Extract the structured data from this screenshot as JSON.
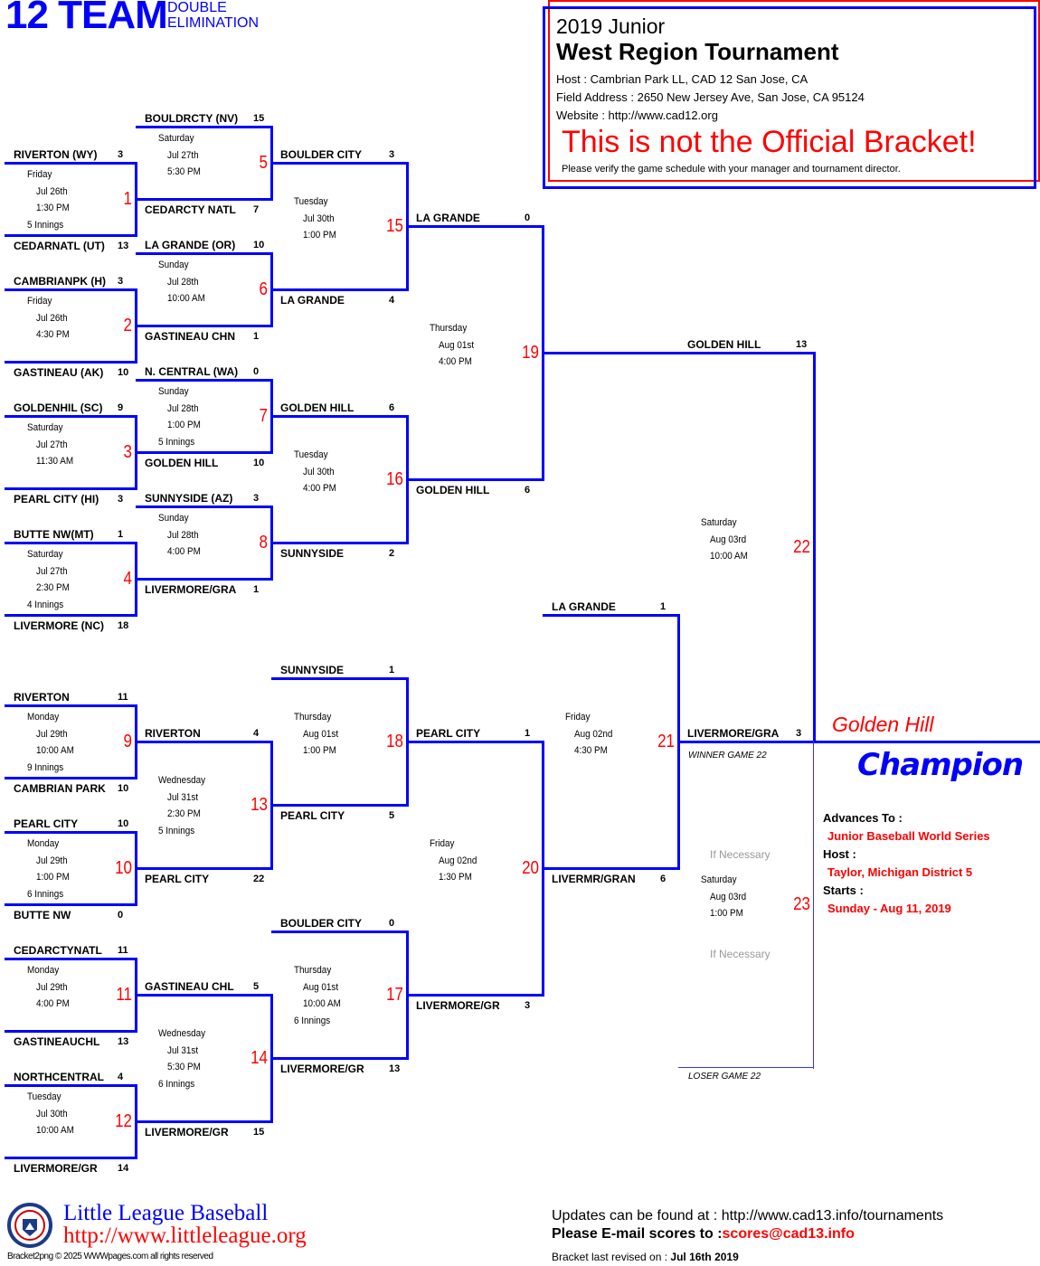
{
  "header": {
    "title": "12 TEAM",
    "sub1": "DOUBLE",
    "sub2": "ELIMINATION"
  },
  "infobox": {
    "year": "2019 Junior",
    "name": "West Region Tournament",
    "host": "Host : Cambrian Park LL, CAD 12 San Jose, CA",
    "field": "Field Address : 2650 New Jersey Ave, San Jose, CA 95124",
    "website": "Website : http://www.cad12.org",
    "warning": "This is not the Official Bracket!",
    "verify": "Please verify the game schedule with your manager and tournament director."
  },
  "slots": [
    {
      "team": "RIVERTON (WY)",
      "score": "3"
    },
    {
      "team": "CEDARNATL (UT)",
      "score": "13"
    },
    {
      "team": "CAMBRIANPK (H)",
      "score": "3"
    },
    {
      "team": "GASTINEAU (AK)",
      "score": "10"
    },
    {
      "team": "GOLDENHIL (SC)",
      "score": "9"
    },
    {
      "team": "PEARL CITY (HI)",
      "score": "3"
    },
    {
      "team": "BUTTE NW(MT)",
      "score": "1"
    },
    {
      "team": "LIVERMORE (NC)",
      "score": "18"
    },
    {
      "team": "BOULDRCTY (NV)",
      "score": "15"
    },
    {
      "team": "CEDARCTY NATL",
      "score": "7"
    },
    {
      "team": "LA GRANDE (OR)",
      "score": "10"
    },
    {
      "team": "GASTINEAU CHN",
      "score": "1"
    },
    {
      "team": "N. CENTRAL (WA)",
      "score": "0"
    },
    {
      "team": "GOLDEN HILL",
      "score": "10"
    },
    {
      "team": "SUNNYSIDE (AZ)",
      "score": "3"
    },
    {
      "team": "LIVERMORE/GRA",
      "score": "1"
    },
    {
      "team": "BOULDER CITY",
      "score": "3"
    },
    {
      "team": "LA GRANDE",
      "score": "4"
    },
    {
      "team": "GOLDEN HILL",
      "score": "6"
    },
    {
      "team": "SUNNYSIDE",
      "score": "2"
    },
    {
      "team": "LA GRANDE",
      "score": "0"
    },
    {
      "team": "GOLDEN HILL",
      "score": "6"
    },
    {
      "team": "GOLDEN HILL",
      "score": "13"
    },
    {
      "team": "LA GRANDE",
      "score": "1"
    },
    {
      "team": "LIVERMR/GRAN",
      "score": "6"
    },
    {
      "team": "LIVERMORE/GRA",
      "score": "3"
    },
    {
      "team": "RIVERTON",
      "score": "11"
    },
    {
      "team": "CAMBRIAN PARK",
      "score": "10"
    },
    {
      "team": "PEARL CITY",
      "score": "10"
    },
    {
      "team": "BUTTE NW",
      "score": "0"
    },
    {
      "team": "CEDARCTYNATL",
      "score": "11"
    },
    {
      "team": "GASTINEAUCHL",
      "score": "13"
    },
    {
      "team": "NORTHCENTRAL",
      "score": "4"
    },
    {
      "team": "LIVERMORE/GR",
      "score": "14"
    },
    {
      "team": "RIVERTON",
      "score": "4"
    },
    {
      "team": "PEARL CITY",
      "score": "22"
    },
    {
      "team": "GASTINEAU CHL",
      "score": "5"
    },
    {
      "team": "LIVERMORE/GR",
      "score": "15"
    },
    {
      "team": "SUNNYSIDE",
      "score": "1"
    },
    {
      "team": "PEARL CITY",
      "score": "5"
    },
    {
      "team": "BOULDER CITY",
      "score": "0"
    },
    {
      "team": "LIVERMORE/GR",
      "score": "13"
    },
    {
      "team": "PEARL CITY",
      "score": "1"
    },
    {
      "team": "LIVERMORE/GR",
      "score": "3"
    }
  ],
  "games": [
    {
      "num": "1",
      "info": [
        "Friday",
        "Jul 26th",
        "1:30 PM",
        "5 Innings"
      ]
    },
    {
      "num": "2",
      "info": [
        "Friday",
        "Jul 26th",
        "4:30 PM"
      ]
    },
    {
      "num": "3",
      "info": [
        "Saturday",
        "Jul 27th",
        "11:30 AM"
      ]
    },
    {
      "num": "4",
      "info": [
        "Saturday",
        "Jul 27th",
        "2:30 PM",
        "4 Innings"
      ]
    },
    {
      "num": "5",
      "info": [
        "Saturday",
        "Jul 27th",
        "5:30 PM"
      ]
    },
    {
      "num": "6",
      "info": [
        "Sunday",
        "Jul 28th",
        "10:00 AM"
      ]
    },
    {
      "num": "7",
      "info": [
        "Sunday",
        "Jul 28th",
        "1:00 PM",
        "5 Innings"
      ]
    },
    {
      "num": "8",
      "info": [
        "Sunday",
        "Jul 28th",
        "4:00 PM"
      ]
    },
    {
      "num": "9",
      "info": [
        "Monday",
        "Jul 29th",
        "10:00 AM",
        "9 Innings"
      ]
    },
    {
      "num": "10",
      "info": [
        "Monday",
        "Jul 29th",
        "1:00 PM",
        "6 Innings"
      ]
    },
    {
      "num": "11",
      "info": [
        "Monday",
        "Jul 29th",
        "4:00 PM"
      ]
    },
    {
      "num": "12",
      "info": [
        "Tuesday",
        "Jul 30th",
        "10:00 AM"
      ]
    },
    {
      "num": "13",
      "info": [
        "Wednesday",
        "Jul 31st",
        "2:30 PM",
        "5 Innings"
      ]
    },
    {
      "num": "14",
      "info": [
        "Wednesday",
        "Jul 31st",
        "5:30 PM",
        "6 Innings"
      ]
    },
    {
      "num": "15",
      "info": [
        "Tuesday",
        "Jul 30th",
        "1:00 PM"
      ]
    },
    {
      "num": "16",
      "info": [
        "Tuesday",
        "Jul 30th",
        "4:00 PM"
      ]
    },
    {
      "num": "17",
      "info": [
        "Thursday",
        "Aug 01st",
        "10:00 AM",
        "6 Innings"
      ]
    },
    {
      "num": "18",
      "info": [
        "Thursday",
        "Aug 01st",
        "1:00 PM"
      ]
    },
    {
      "num": "19",
      "info": [
        "Thursday",
        "Aug 01st",
        "4:00 PM"
      ]
    },
    {
      "num": "20",
      "info": [
        "Friday",
        "Aug 02nd",
        "1:30 PM"
      ]
    },
    {
      "num": "21",
      "info": [
        "Friday",
        "Aug 02nd",
        "4:30 PM"
      ]
    },
    {
      "num": "22",
      "info": [
        "Saturday",
        "Aug 03rd",
        "10:00 AM"
      ]
    },
    {
      "num": "23",
      "info": [
        "Saturday",
        "Aug 03rd",
        "1:00 PM"
      ]
    }
  ],
  "labels": {
    "winner_g22": "WINNER GAME 22",
    "loser_g22": "LOSER GAME 22",
    "if_necessary_1": "If Necessary",
    "if_necessary_2": "If Necessary"
  },
  "champion": {
    "team": "Golden Hill",
    "title": "Champion",
    "advances_label": "Advances To :",
    "advances": "Junior Baseball World Series",
    "host_label": "Host :",
    "host": "Taylor, Michigan District 5",
    "starts_label": "Starts :",
    "starts": "Sunday - Aug 11, 2019"
  },
  "footer": {
    "ll_name": "Little League Baseball",
    "ll_url": "http://www.littleleague.org",
    "copyright": "Bracket2png © 2025 WWWpages.com all rights reserved",
    "updates": "Updates can be found at : http://www.cad13.info/tournaments",
    "email_label": "Please E-mail scores to :",
    "email": "scores@cad13.info",
    "revised_label": "Bracket last revised on :",
    "revised": "Jul 16th 2019"
  },
  "colors": {
    "line": "#0000ff",
    "game_number": "#ff0000"
  }
}
